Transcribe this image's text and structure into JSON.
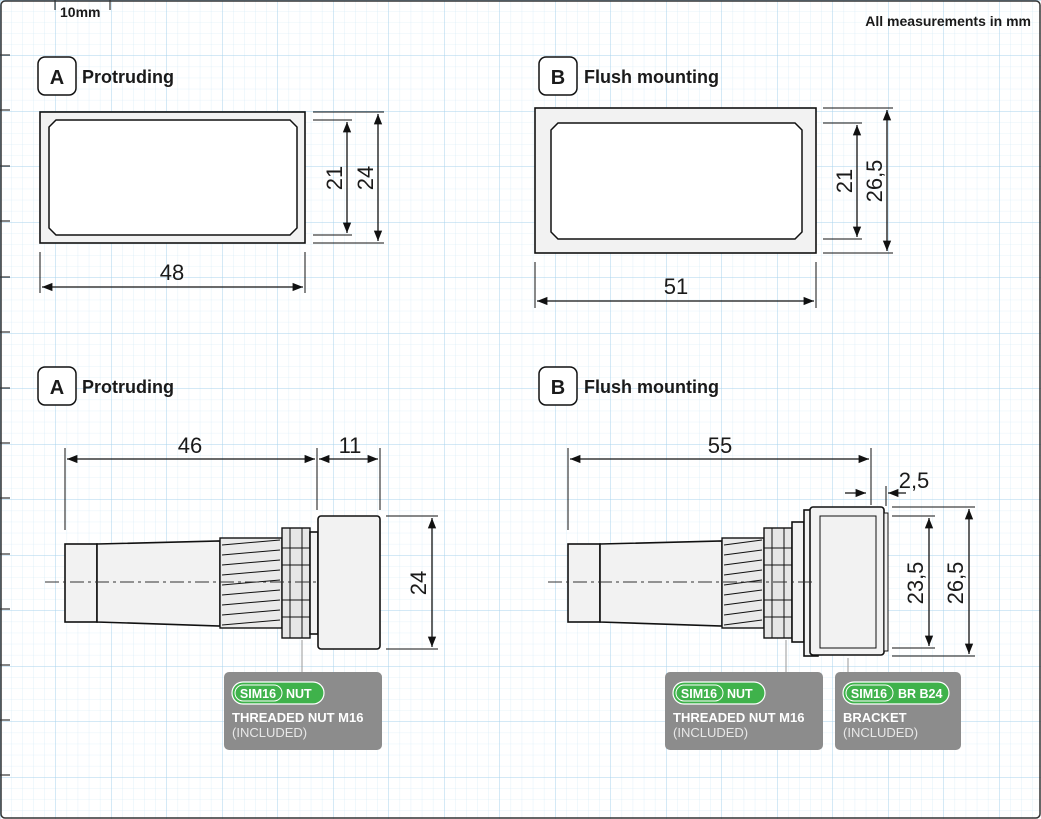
{
  "grid": {
    "scale_label": "10mm",
    "units_note": "All measurements in mm",
    "line_color": "#bfe0f2",
    "major_line_color": "#9ccbe6"
  },
  "sections": {
    "front_a": {
      "badge": "A",
      "title": "Protruding",
      "width": "48",
      "inner_height": "21",
      "outer_height": "24"
    },
    "front_b": {
      "badge": "B",
      "title": "Flush mounting",
      "width": "51",
      "inner_height": "21",
      "outer_height": "26,5"
    },
    "side_a": {
      "badge": "A",
      "title": "Protruding",
      "body_length": "46",
      "cap_length": "11",
      "height": "24"
    },
    "side_b": {
      "badge": "B",
      "title": "Flush mounting",
      "body_length": "55",
      "lip": "2,5",
      "inner_height": "23,5",
      "outer_height": "26,5"
    }
  },
  "tags": {
    "nut_a": {
      "code": "SIM16",
      "suffix": "NUT",
      "line1": "THREADED NUT M16",
      "line2": "(INCLUDED)"
    },
    "nut_b": {
      "code": "SIM16",
      "suffix": "NUT",
      "line1": "THREADED NUT M16",
      "line2": "(INCLUDED)"
    },
    "bracket_b": {
      "code": "SIM16",
      "suffix": "BR B24",
      "line1": "BRACKET",
      "line2": "(INCLUDED)"
    }
  },
  "colors": {
    "tag_bg": "#8c8c8c",
    "pill_green": "#3fb24b"
  }
}
